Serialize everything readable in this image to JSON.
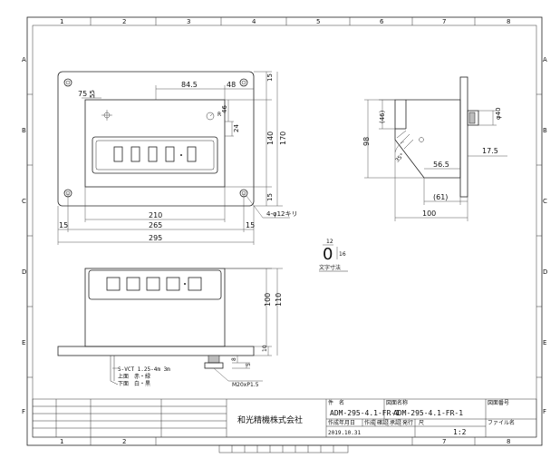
{
  "frame": {
    "col_labels": [
      "1",
      "2",
      "3",
      "4",
      "5",
      "6",
      "7",
      "8"
    ],
    "row_labels": [
      "A",
      "B",
      "C",
      "D",
      "E",
      "F"
    ]
  },
  "front_view": {
    "dims": {
      "left_55": "55",
      "top_75": "75",
      "w_84_5": "84.5",
      "w_48": "48",
      "h_15_top": "15",
      "h_46": "46",
      "h_24": "24",
      "h_140": "140",
      "h_170": "170",
      "h_15_bottom": "15",
      "w_210": "210",
      "w_265": "265",
      "w_295": "295",
      "side_15_left": "15",
      "side_15_right": "15",
      "hole_note": "4-φ12キリ",
      "r_label": "R"
    }
  },
  "side_view": {
    "dims": {
      "h_46_paren": "(46)",
      "h_98": "98",
      "angle": "35°",
      "dia_40": "φ40",
      "w_17_5": "17.5",
      "w_56_5": "56.5",
      "w_61_paren": "(61)",
      "w_100": "100"
    }
  },
  "text_size_sample": {
    "glyph": "0",
    "w": "12",
    "h": "16",
    "caption": "文字寸法"
  },
  "bottom_view": {
    "dims": {
      "h_100": "100",
      "h_110": "110",
      "h_10": "10",
      "h_8": "8",
      "h_5": "5"
    },
    "cable_note": {
      "line1": "S-VCT 1.25-4m 3m",
      "line2": "上面　赤・緑",
      "line3": "下面　白・黒"
    },
    "gland_note": "M20xP1.5"
  },
  "title_block": {
    "name_label": "件　名",
    "name_value": "ADM-295-4.1-FR-1",
    "drawing_name_label": "図面名称",
    "drawing_name_value": "ADM-295-4.1-FR-1",
    "drawing_no_label": "図面番号",
    "date_label": "作成年月日",
    "date_value": "2019.10.31",
    "create_label": "作成",
    "check_label": "確認",
    "approve_label": "承認",
    "issue_label": "発行",
    "scale_label": "尺",
    "scale_value": "1:2",
    "file_label": "ファイル名",
    "company": "和光精機株式会社"
  }
}
